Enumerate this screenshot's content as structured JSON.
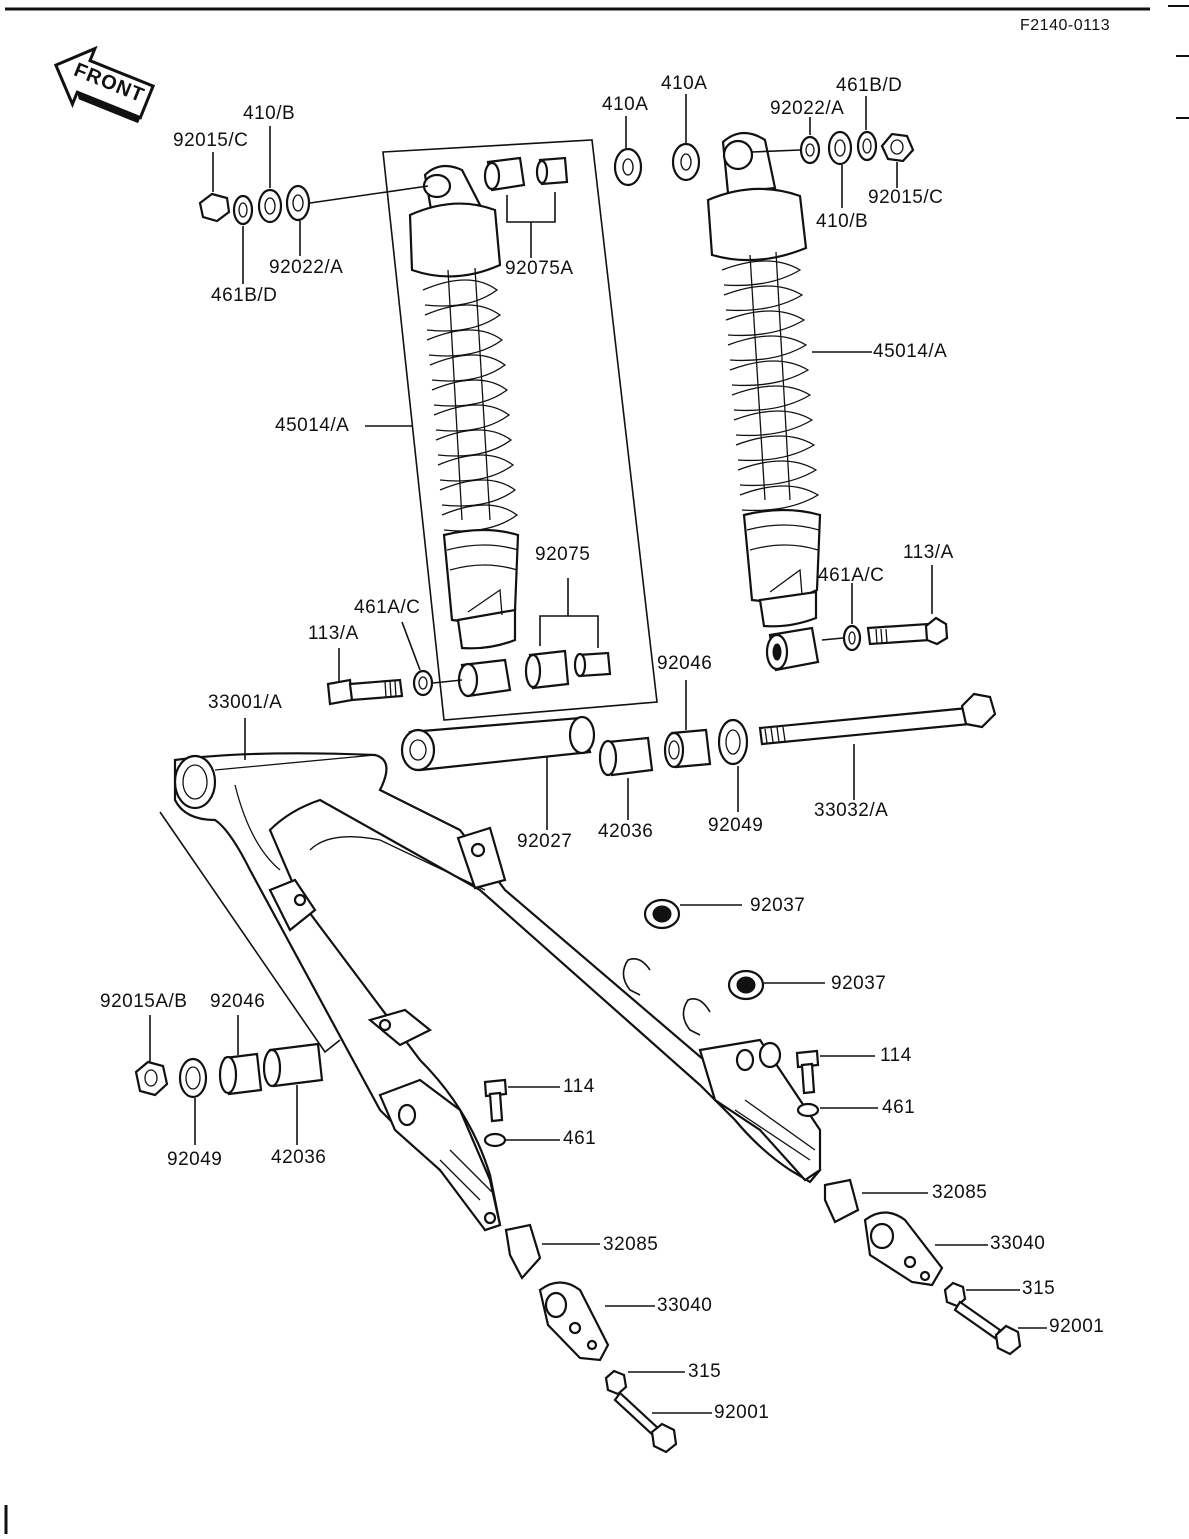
{
  "diagram_code": "F2140-0113",
  "front_label": "FRONT",
  "labels": {
    "l_92015c_left": "92015/C",
    "l_410b_left": "410/B",
    "l_461bd_left": "461B/D",
    "l_92022a_left": "92022/A",
    "l_92075a": "92075A",
    "l_410a_1": "410A",
    "l_410a_2": "410A",
    "l_461bd_right": "461B/D",
    "l_92022a_right": "92022/A",
    "l_92015c_right": "92015/C",
    "l_410b_right": "410/B",
    "l_45014a_left": "45014/A",
    "l_45014a_right": "45014/A",
    "l_92075": "92075",
    "l_461ac_left": "461A/C",
    "l_113a_left": "113/A",
    "l_461ac_right": "461A/C",
    "l_113a_right": "113/A",
    "l_33001a": "33001/A",
    "l_92046_top": "92046",
    "l_92027": "92027",
    "l_42036_top": "42036",
    "l_92049_top": "92049",
    "l_33032a": "33032/A",
    "l_92037_1": "92037",
    "l_92037_2": "92037",
    "l_92015ab": "92015A/B",
    "l_92046_left": "92046",
    "l_92049_left": "92049",
    "l_42036_left": "42036",
    "l_114_left": "114",
    "l_461_left": "461",
    "l_114_right": "114",
    "l_461_right": "461",
    "l_32085_right": "32085",
    "l_33040_right": "33040",
    "l_315_right": "315",
    "l_92001_right": "92001",
    "l_32085_left": "32085",
    "l_33040_left": "33040",
    "l_315_left": "315",
    "l_92001_left": "92001"
  }
}
